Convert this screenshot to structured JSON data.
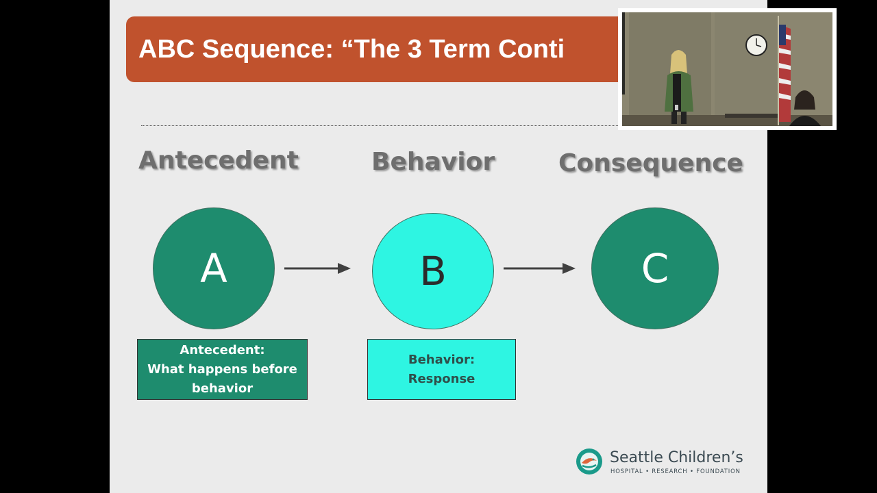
{
  "slide": {
    "title": "ABC Sequence: “The 3 Term Conti",
    "headings": {
      "antecedent": "Antecedent",
      "behavior": "Behavior",
      "consequence": "Consequence"
    },
    "circles": {
      "a": "A",
      "b": "B",
      "c": "C"
    },
    "boxes": {
      "antecedent": {
        "line1": "Antecedent:",
        "line2": "What happens before",
        "line3": "behavior"
      },
      "behavior": {
        "line1": "Behavior:",
        "line2": "Response"
      }
    },
    "logo": {
      "name": "Seattle Children’s",
      "tagline": "HOSPITAL • RESEARCH • FOUNDATION"
    }
  },
  "colors": {
    "title_bar": "#c0522d",
    "dark_teal": "#1e8c6e",
    "bright_cyan": "#2ef5e2",
    "heading_gray": "#6e6e6e"
  },
  "video_overlay": {
    "icon": "presenter-video-thumbnail"
  }
}
